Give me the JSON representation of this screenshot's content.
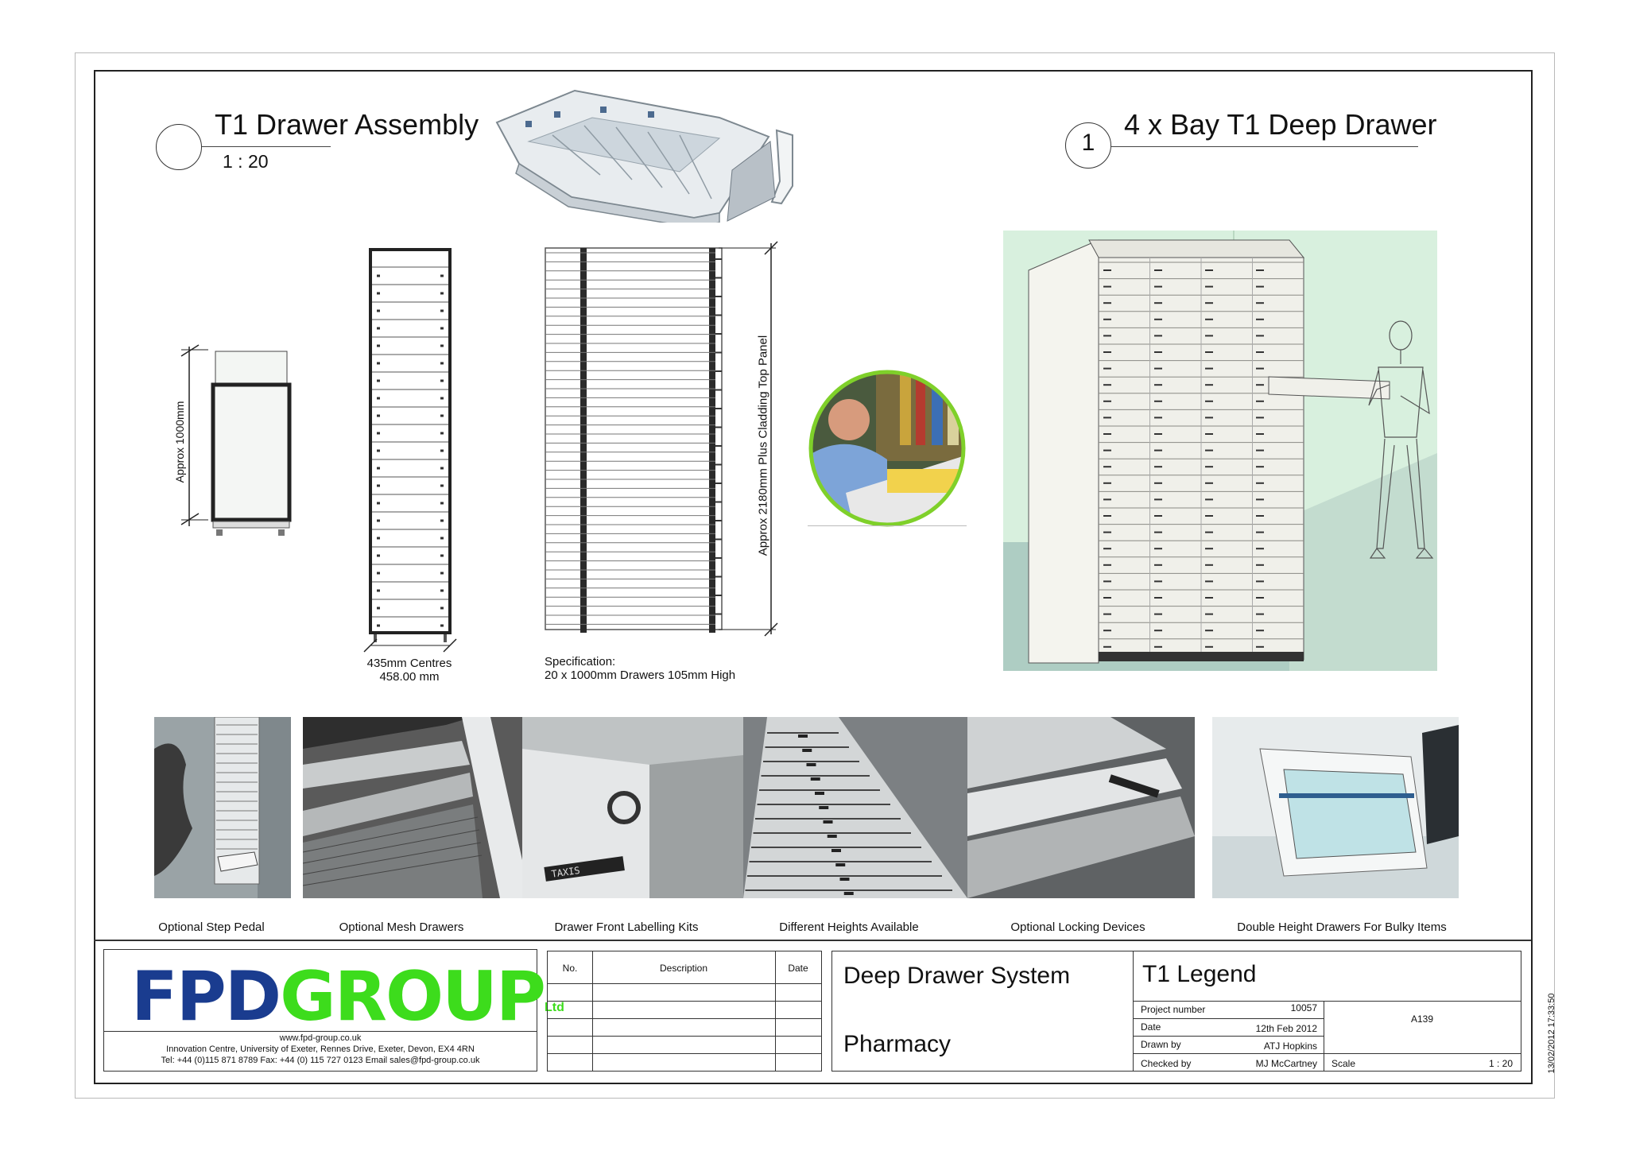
{
  "views": {
    "left": {
      "title": "T1 Drawer Assembly",
      "scale": "1 : 20",
      "number": ""
    },
    "right": {
      "title": "4 x Bay T1 Deep Drawer",
      "number": "1"
    }
  },
  "dimensions": {
    "side_height": "Approx 1000mm",
    "front_width_line1": "435mm Centres",
    "front_width_line2": "458.00 mm",
    "overall_height": "Approx 2180mm Plus Cladding Top Panel",
    "spec_line1": "Specification:",
    "spec_line2": "20 x 1000mm Drawers 105mm High"
  },
  "gallery": [
    {
      "caption": "Optional Step Pedal"
    },
    {
      "caption": "Optional Mesh Drawers"
    },
    {
      "caption": "Drawer Front Labelling Kits"
    },
    {
      "caption": "Different Heights Available"
    },
    {
      "caption": "Optional Locking Devices"
    },
    {
      "caption": "Double Height Drawers For Bulky Items"
    }
  ],
  "photo_labels": {
    "taxis": "TAXIS"
  },
  "company": {
    "logo_fpd": "FPD",
    "logo_group": "GROUP",
    "logo_ltd": "Ltd",
    "website": "www.fpd-group.co.uk",
    "address": "Innovation Centre, University of Exeter, Rennes Drive, Exeter, Devon, EX4 4RN",
    "contact": "Tel:  +44 (0)115 871 8789 Fax: +44 (0) 115 727 0123 Email sales@fpd-group.co.uk"
  },
  "revisions": {
    "headers": [
      "No.",
      "Description",
      "Date"
    ]
  },
  "project": {
    "title": "Deep Drawer System",
    "subtitle": "Pharmacy"
  },
  "sheet": {
    "name": "T1 Legend",
    "project_number_label": "Project number",
    "project_number": "10057",
    "date_label": "Date",
    "date": "12th Feb 2012",
    "drawn_by_label": "Drawn by",
    "drawn_by": "ATJ Hopkins",
    "checked_by_label": "Checked by",
    "checked_by": "MJ McCartney",
    "sheet_number": "A139",
    "scale_label": "Scale",
    "scale": "1 : 20",
    "timestamp": "13/02/2012 17:33:50"
  },
  "colors": {
    "brand_blue": "#1a3c8f",
    "brand_green": "#3ddc1c",
    "render_bg": "#d8f0de"
  }
}
